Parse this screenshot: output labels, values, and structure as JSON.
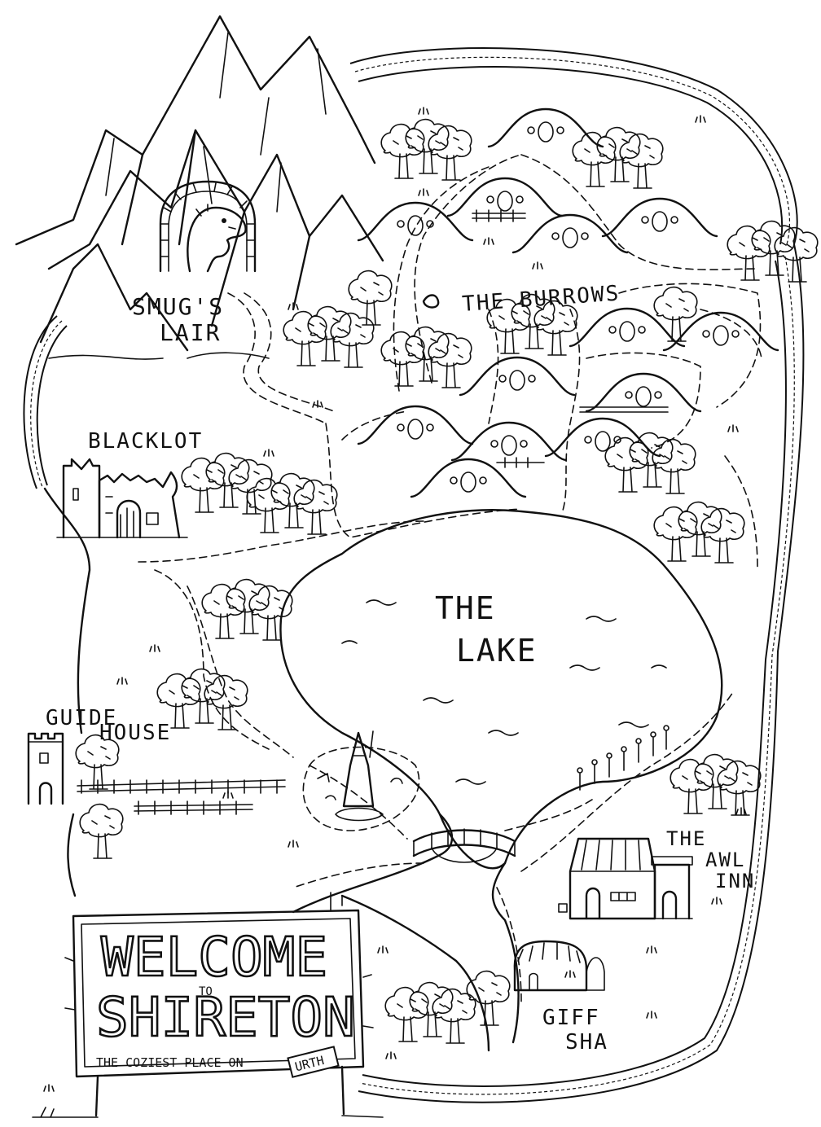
{
  "labels": {
    "smugs_lair_line1": "SMUG'S",
    "smugs_lair_line2": "LAIR",
    "the_burrows": "THE BURROWS",
    "blacklot": "BLACKLOT",
    "the_lake_line1": "THE",
    "the_lake_line2": "LAKE",
    "guide_house_line1": "GUIDE",
    "guide_house_line2": "HOUSE",
    "awl_inn_line1": "THE",
    "awl_inn_line2": "AWL",
    "awl_inn_line3": "INN",
    "giff_sha_line1": "GIFF",
    "giff_sha_line2": "SHA"
  },
  "sign": {
    "welcome": "WELCOME",
    "to": "TO",
    "town": "SHIRETON",
    "tagline": "THE COZIEST PLACE ON",
    "tag_plate": "URTH"
  },
  "colors": {
    "ink": "#111111",
    "paper": "#ffffff"
  },
  "icons": {
    "dragon": "dragon-icon",
    "tower": "tower-icon",
    "tree": "tree-icon",
    "hobbit_hole": "hobbit-hole-icon",
    "wizard_statue": "wizard-statue-icon",
    "bridge": "bridge-icon",
    "inn": "inn-icon"
  }
}
